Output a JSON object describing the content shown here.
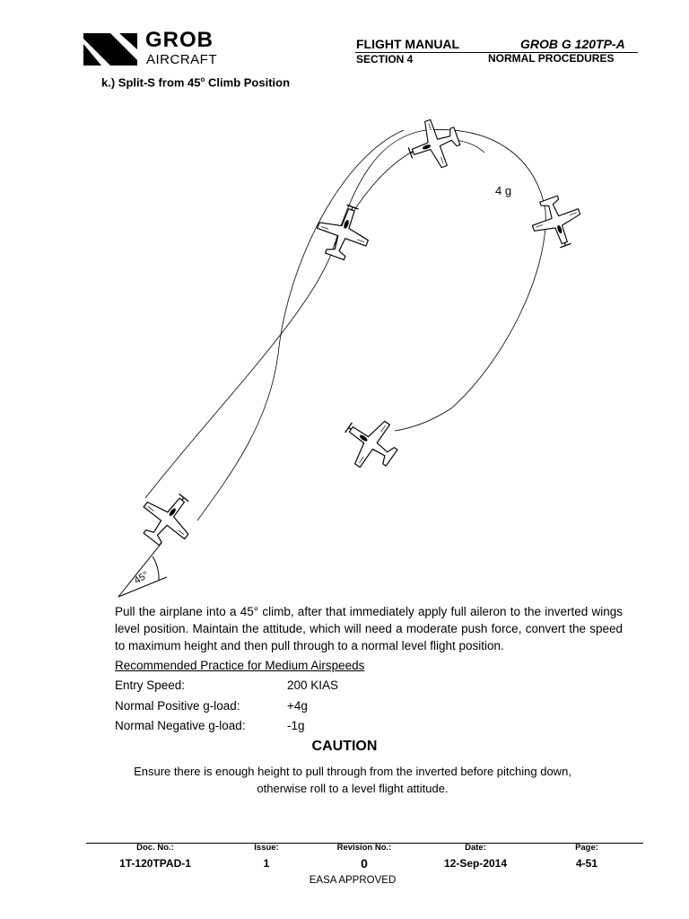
{
  "header": {
    "brand_name": "GROB",
    "brand_sub": "AIRCRAFT",
    "manual_title": "FLIGHT MANUAL",
    "section": "SECTION 4",
    "aircraft_model": "GROB G 120TP-A",
    "chapter": "NORMAL PROCEDURES"
  },
  "heading": {
    "prefix": "k.)  Split-S from 45",
    "degree_mark": "o",
    "suffix": " Climb Position"
  },
  "figure": {
    "g_label": "4 g",
    "angle_label": "45°"
  },
  "body": {
    "paragraph": "Pull the airplane into a 45° climb, after that immediately apply full aileron to the inverted wings level position. Maintain the attitude, which will need a moderate push force, convert the speed to maximum height and then pull through to a normal level flight position.",
    "practice_heading": "Recommended Practice for Medium Airspeeds",
    "specs": [
      {
        "label": "Entry Speed:",
        "value": "200 KIAS"
      },
      {
        "label": "Normal Positive g-load:",
        "value": "+4g"
      },
      {
        "label": "Normal Negative g-load:",
        "value": "-1g"
      }
    ]
  },
  "caution": {
    "title": "CAUTION",
    "text": "Ensure there is enough height to pull through from the inverted before pitching down, otherwise roll to a level flight attitude."
  },
  "footer": {
    "labels": [
      "Doc. No.:",
      "Issue:",
      "Revision No.:",
      "Date:",
      "Page:"
    ],
    "values": [
      "1T-120TPAD-1",
      "1",
      "0",
      "12-Sep-2014",
      "4-51"
    ],
    "approval": "EASA APPROVED"
  }
}
